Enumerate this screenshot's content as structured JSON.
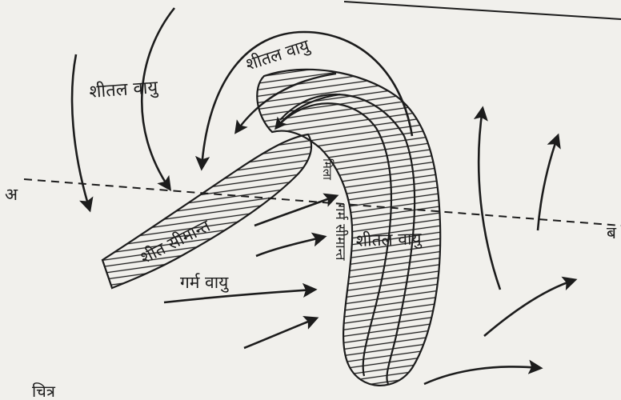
{
  "diagram": {
    "labels": {
      "cold_air_left": "शीतल वायु",
      "cold_air_top": "शीतल वायु",
      "cold_air_mass": "शीतल वायु",
      "cold_front": "शीत सीमान्त",
      "warm_air": "गर्म वायु",
      "warm_front": "गर्म सीमान्त",
      "occluded_front": "मिला",
      "point_a": "अ",
      "point_b": "ब",
      "caption_fragment": "चित्र"
    },
    "colors": {
      "ink": "#1c1c1c",
      "paper": "#f1f0ec"
    }
  }
}
